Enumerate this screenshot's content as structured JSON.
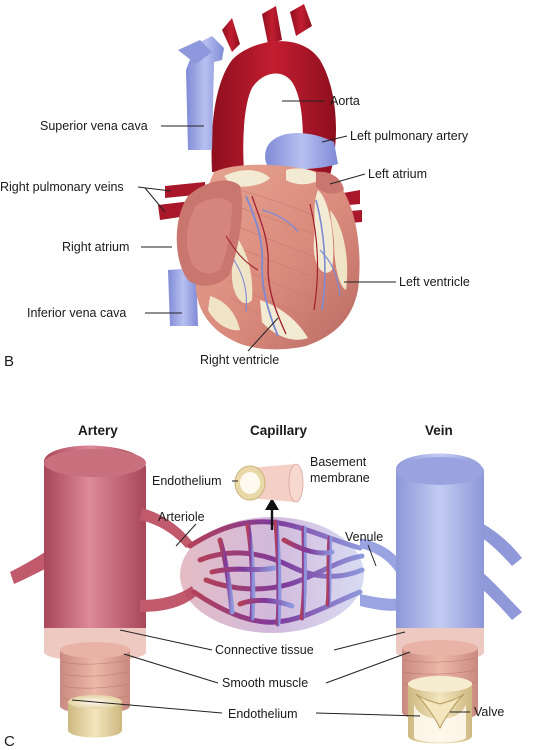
{
  "panel_b": {
    "letter": "B",
    "labels": {
      "aorta": "Aorta",
      "superior_vena_cava": "Superior vena cava",
      "left_pulmonary_artery": "Left pulmonary artery",
      "left_atrium": "Left atrium",
      "right_pulmonary_veins": "Right pulmonary veins",
      "right_atrium": "Right atrium",
      "left_ventricle": "Left ventricle",
      "inferior_vena_cava": "Inferior vena cava",
      "right_ventricle": "Right ventricle"
    }
  },
  "panel_c": {
    "letter": "C",
    "headers": {
      "artery": "Artery",
      "capillary": "Capillary",
      "vein": "Vein"
    },
    "labels": {
      "endothelium_capillary": "Endothelium",
      "basement_membrane_1": "Basement",
      "basement_membrane_2": "membrane",
      "arteriole": "Arteriole",
      "venule": "Venule",
      "connective_tissue": "Connective tissue",
      "smooth_muscle": "Smooth muscle",
      "valve": "Valve",
      "endothelium": "Endothelium"
    }
  },
  "colors": {
    "aorta": "#b3182a",
    "vein_blue": "#9fa8e8",
    "heart_muscle": "#d99080",
    "fat": "#f2ead2",
    "artery_pink": "#c85d6e",
    "capillary_purple": "#8a3f9a",
    "vein_lavender": "#a9b4e6",
    "endothelium_tan": "#e9d8a8"
  }
}
